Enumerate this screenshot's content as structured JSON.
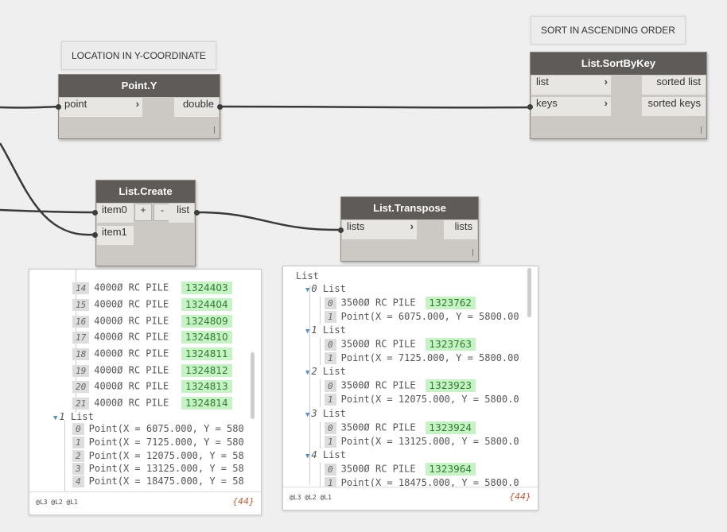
{
  "notes": {
    "location": "LOCATION IN Y-COORDINATE",
    "sort": "SORT IN ASCENDING ORDER"
  },
  "nodes": {
    "point_y": {
      "title": "Point.Y",
      "input": "point",
      "output": "double"
    },
    "sort_by_key": {
      "title": "List.SortByKey",
      "inputs": [
        "list",
        "keys"
      ],
      "outputs": [
        "sorted list",
        "sorted keys"
      ]
    },
    "list_create": {
      "title": "List.Create",
      "inputs": [
        "item0",
        "item1"
      ],
      "output": "list",
      "add_label": "+",
      "remove_label": "-"
    },
    "list_transpose": {
      "title": "List.Transpose",
      "input": "lists",
      "output": "lists"
    }
  },
  "preview_left": {
    "levels": "@L3 @L2 @L1",
    "count": "{44}",
    "rows": [
      {
        "index": "14",
        "label": "4000Ø RC PILE",
        "value": "1324403"
      },
      {
        "index": "15",
        "label": "4000Ø RC PILE",
        "value": "1324404"
      },
      {
        "index": "16",
        "label": "4000Ø RC PILE",
        "value": "1324809"
      },
      {
        "index": "17",
        "label": "4000Ø RC PILE",
        "value": "1324810"
      },
      {
        "index": "18",
        "label": "4000Ø RC PILE",
        "value": "1324811"
      },
      {
        "index": "19",
        "label": "4000Ø RC PILE",
        "value": "1324812"
      },
      {
        "index": "20",
        "label": "4000Ø RC PILE",
        "value": "1324813"
      },
      {
        "index": "21",
        "label": "4000Ø RC PILE",
        "value": "1324814"
      }
    ],
    "group": {
      "index": "1",
      "label": "List"
    },
    "points": [
      {
        "index": "0",
        "text": "Point(X = 6075.000, Y = 580"
      },
      {
        "index": "1",
        "text": "Point(X = 7125.000, Y = 580"
      },
      {
        "index": "2",
        "text": "Point(X = 12075.000, Y = 58"
      },
      {
        "index": "3",
        "text": "Point(X = 13125.000, Y = 58"
      },
      {
        "index": "4",
        "text": "Point(X = 18475.000, Y = 58"
      }
    ]
  },
  "preview_right": {
    "root": "List",
    "levels": "@L3 @L2 @L1",
    "count": "{44}",
    "groups": [
      {
        "index": "0",
        "label": "List",
        "pile_index": "0",
        "pile": "3500Ø RC PILE",
        "value": "1323762",
        "pt_index": "1",
        "point": "Point(X = 6075.000, Y = 5800.00"
      },
      {
        "index": "1",
        "label": "List",
        "pile_index": "0",
        "pile": "3500Ø RC PILE",
        "value": "1323763",
        "pt_index": "1",
        "point": "Point(X = 7125.000, Y = 5800.00"
      },
      {
        "index": "2",
        "label": "List",
        "pile_index": "0",
        "pile": "3500Ø RC PILE",
        "value": "1323923",
        "pt_index": "1",
        "point": "Point(X = 12075.000, Y = 5800.0"
      },
      {
        "index": "3",
        "label": "List",
        "pile_index": "0",
        "pile": "3500Ø RC PILE",
        "value": "1323924",
        "pt_index": "1",
        "point": "Point(X = 13125.000, Y = 5800.0"
      },
      {
        "index": "4",
        "label": "List",
        "pile_index": "0",
        "pile": "3500Ø RC PILE",
        "value": "1323964",
        "pt_index": "1",
        "point": "Point(X = 18475.000, Y = 5800.0"
      }
    ]
  }
}
